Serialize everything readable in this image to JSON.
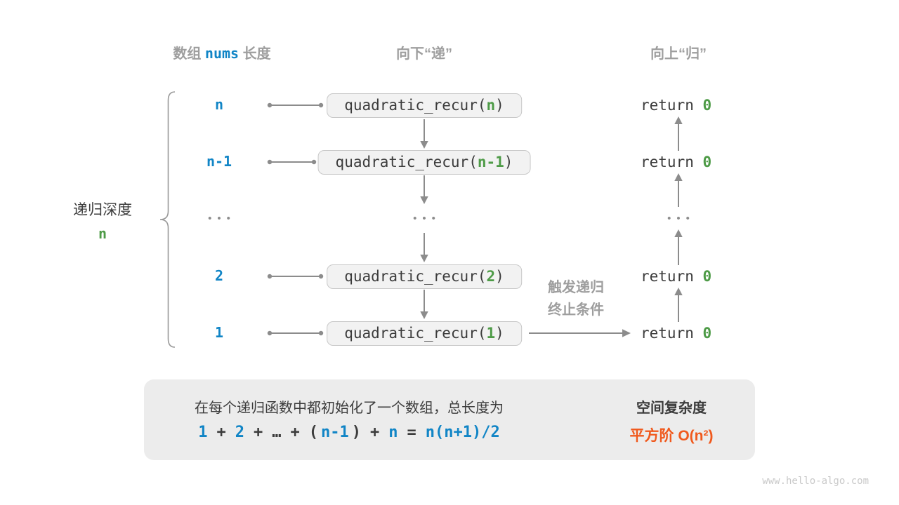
{
  "palette": {
    "blue": "#1185c6",
    "green": "#4e9b47",
    "orange": "#f0591d",
    "gray-text": "#9e9e9e",
    "dark-text": "#3c3c3c",
    "line": "#8c8c8c",
    "box-bg": "#f2f2f2",
    "box-border": "#c8c8c8",
    "panel": "#ececec",
    "block-arrow": "#c4c4c4",
    "watermark": "#c9c9c9"
  },
  "headers": {
    "array_pre": "数组 ",
    "array_code": "nums",
    "array_post": " 长度",
    "downward": "向下“递”",
    "upward": "向上“归”"
  },
  "depth_note": {
    "label": "递归深度",
    "value": "n"
  },
  "call": {
    "fn_open": "quadratic_recur(",
    "fn_close": ")"
  },
  "ret": {
    "keyword": "return ",
    "value": "0"
  },
  "rows": [
    {
      "depth": "n",
      "arg": "n"
    },
    {
      "depth": "n-1",
      "arg": "n-1"
    },
    {
      "depth": "2",
      "arg": "2"
    },
    {
      "depth": "1",
      "arg": "1"
    }
  ],
  "ellipsis": "•••",
  "trigger": {
    "line1": "触发递归",
    "line2": "终止条件"
  },
  "bottom": {
    "line1": "在每个递归函数中都初始化了一个数组，总长度为",
    "formula": {
      "segments": [
        {
          "t": "1",
          "c": "blue"
        },
        {
          "t": "+",
          "c": "dark"
        },
        {
          "t": "2",
          "c": "blue"
        },
        {
          "t": "+",
          "c": "dark"
        },
        {
          "t": "…",
          "c": "dark"
        },
        {
          "t": "+",
          "c": "dark"
        },
        {
          "t": "(",
          "c": "dark"
        },
        {
          "t": "n-1",
          "c": "blue"
        },
        {
          "t": ")",
          "c": "dark"
        },
        {
          "t": "+",
          "c": "dark"
        },
        {
          "t": "n",
          "c": "blue"
        },
        {
          "t": "=",
          "c": "dark"
        },
        {
          "t": "n(n+1)/2",
          "c": "blue"
        }
      ]
    },
    "result_title": "空间复杂度",
    "result_value": "平方阶 O(n²)"
  },
  "watermark": "www.hello-algo.com"
}
